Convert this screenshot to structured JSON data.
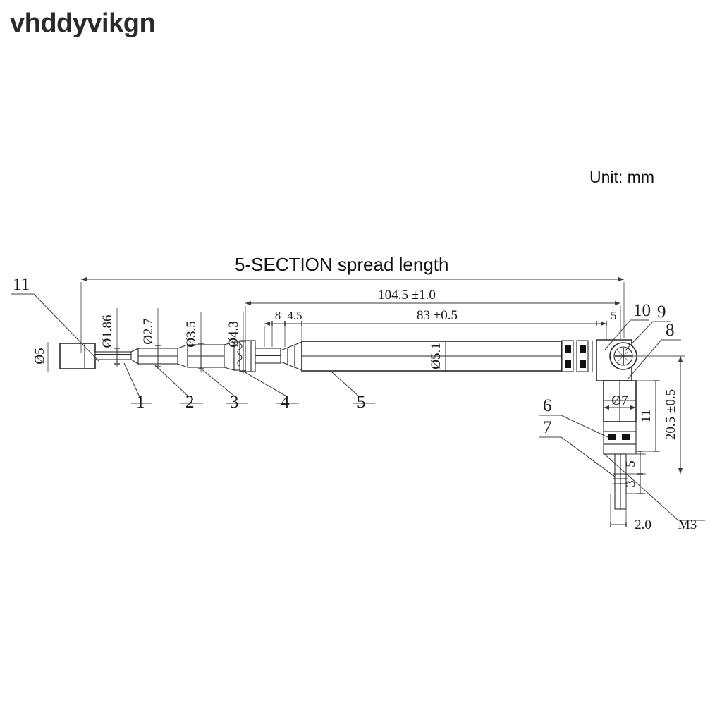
{
  "watermark": {
    "text": "vhddyvikgn"
  },
  "header": {
    "unit_label": "Unit: mm",
    "title": "5-SECTION spread length"
  },
  "drawing": {
    "type": "technical-engineering-drawing",
    "subject": "5-section telescopic whip antenna with right-angle swivel base",
    "diameters": [
      {
        "id": "d-5",
        "label": "Ø5",
        "orientation": "vertical"
      },
      {
        "id": "d-186",
        "label": "Ø1.86",
        "orientation": "vertical"
      },
      {
        "id": "d-27",
        "label": "Ø2.7",
        "orientation": "vertical"
      },
      {
        "id": "d-35",
        "label": "Ø3.5",
        "orientation": "vertical"
      },
      {
        "id": "d-43",
        "label": "Ø4.3",
        "orientation": "vertical"
      },
      {
        "id": "d-51",
        "label": "Ø5.1",
        "orientation": "vertical"
      },
      {
        "id": "d-7",
        "label": "Ø7",
        "orientation": "horizontal"
      }
    ],
    "linear_dimensions": [
      {
        "id": "dim-overall",
        "label": "104.5 ±1.0",
        "axis": "horizontal"
      },
      {
        "id": "dim-body",
        "label": "83 ±0.5",
        "axis": "horizontal"
      },
      {
        "id": "dim-8",
        "label": "8",
        "axis": "horizontal"
      },
      {
        "id": "dim-45",
        "label": "4.5",
        "axis": "horizontal"
      },
      {
        "id": "dim-5",
        "label": "5",
        "axis": "horizontal"
      },
      {
        "id": "dim-11",
        "label": "11",
        "axis": "vertical"
      },
      {
        "id": "dim-5v",
        "label": "5",
        "axis": "vertical"
      },
      {
        "id": "dim-3v",
        "label": "3",
        "axis": "vertical"
      },
      {
        "id": "dim-205",
        "label": "20.5 ±0.5",
        "axis": "vertical"
      },
      {
        "id": "dim-20",
        "label": "2.0",
        "axis": "horizontal"
      }
    ],
    "thread_note": {
      "label": "M3"
    },
    "callouts": [
      {
        "id": "callout-1",
        "label": "1"
      },
      {
        "id": "callout-2",
        "label": "2"
      },
      {
        "id": "callout-3",
        "label": "3"
      },
      {
        "id": "callout-4",
        "label": "4"
      },
      {
        "id": "callout-5",
        "label": "5"
      },
      {
        "id": "callout-6",
        "label": "6"
      },
      {
        "id": "callout-7",
        "label": "7"
      },
      {
        "id": "callout-8",
        "label": "8"
      },
      {
        "id": "callout-9",
        "label": "9"
      },
      {
        "id": "callout-10",
        "label": "10"
      },
      {
        "id": "callout-11",
        "label": "11"
      }
    ],
    "colors": {
      "background": "#ffffff",
      "line": "#2a2a2a",
      "dimension_line": "#3a3a3a",
      "text": "#1a1a1a",
      "knurl_fill": "#111111"
    }
  }
}
